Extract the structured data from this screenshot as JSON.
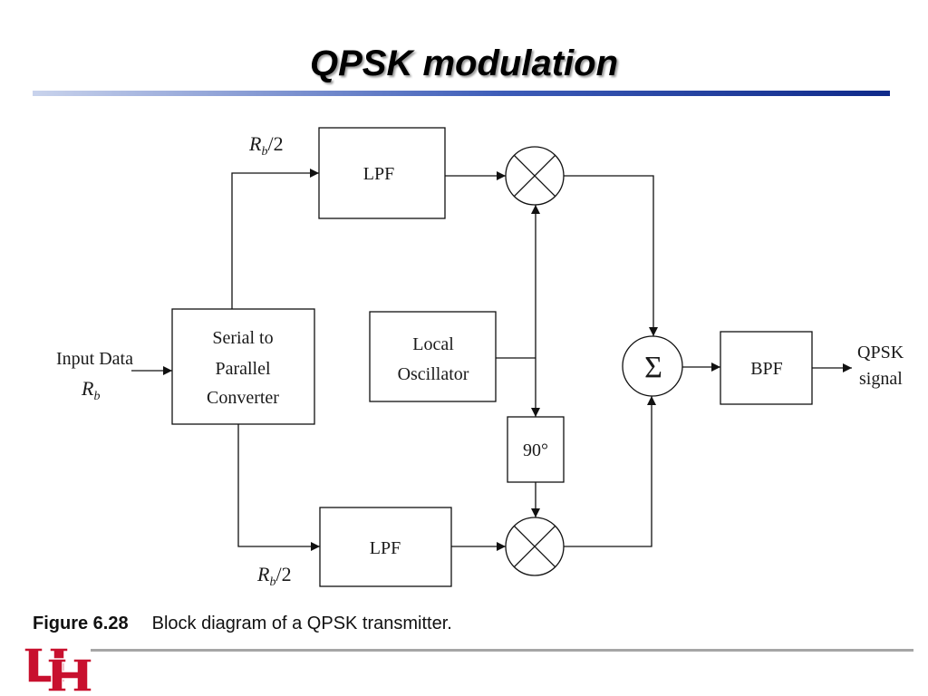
{
  "slide": {
    "title": "QPSK modulation",
    "caption_number": "Figure 6.28",
    "caption_text": "Block diagram of a QPSK transmitter."
  },
  "diagram": {
    "input_label": "Input Data",
    "input_rate": {
      "var": "R",
      "sub": "b"
    },
    "upper_rate": {
      "var": "R",
      "sub": "b",
      "suffix": "/2"
    },
    "lower_rate": {
      "var": "R",
      "sub": "b",
      "suffix": "/2"
    },
    "serial_to_parallel": [
      "Serial to",
      "Parallel",
      "Converter"
    ],
    "lpf_upper": "LPF",
    "lpf_lower": "LPF",
    "local_oscillator": [
      "Local",
      "Oscillator"
    ],
    "phase_shift": "90°",
    "summer_symbol": "Σ",
    "bpf": "BPF",
    "output_label": [
      "QPSK",
      "signal"
    ]
  },
  "colors": {
    "title_rule": "#1f3f9b",
    "logo_red": "#c8102e"
  }
}
